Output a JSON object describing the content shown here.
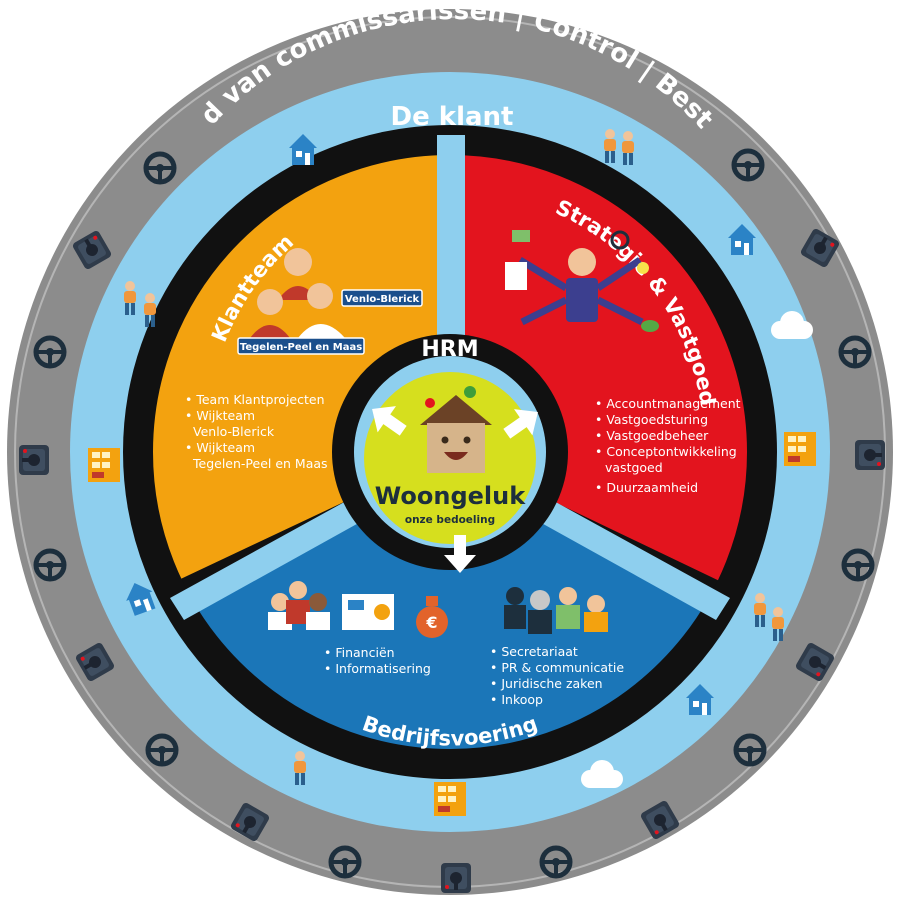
{
  "outer_ring_text": "Raad van commissarissen | Control | Bestuur",
  "customer_ring_text": "De klant",
  "sectors": {
    "klantteam": {
      "title": "Klantteam",
      "color": "#f3a20f",
      "badges": [
        "Venlo-Blerick",
        "Tegelen-Peel en Maas"
      ],
      "items": [
        "• Team Klantprojecten",
        "• Wijkteam",
        "Venlo-Blerick",
        "• Wijkteam",
        "Tegelen-Peel en Maas"
      ]
    },
    "strategie": {
      "title": "Strategie & Vastgoed",
      "color": "#e3141e",
      "items": [
        "• Accountmanagement",
        "• Vastgoedsturing",
        "• Vastgoedbeheer",
        "• Conceptontwikkeling",
        "vastgoed",
        "• Duurzaamheid"
      ]
    },
    "bedrijfsvoering": {
      "title": "Bedrijfsvoering",
      "color": "#1b76b8",
      "items_left": [
        "• Financiën",
        "• Informatisering"
      ],
      "items_right": [
        "• Secretariaat",
        "• PR & communicatie",
        "• Juridische zaken",
        "• Inkoop"
      ]
    }
  },
  "hrm_label": "HRM",
  "center": {
    "title": "Woongeluk",
    "subtitle": "onze bedoeling",
    "color": "#d6df1e"
  },
  "colors": {
    "outer_ring": "#8c8c8c",
    "customer_ring": "#8ecfee",
    "black_ring": "#111111",
    "gap": "#8ecfee"
  },
  "icons": [
    "steering-wheel-icon",
    "joystick-icon",
    "house-icon",
    "people-icon",
    "apartment-icon",
    "euro-bag-icon"
  ]
}
